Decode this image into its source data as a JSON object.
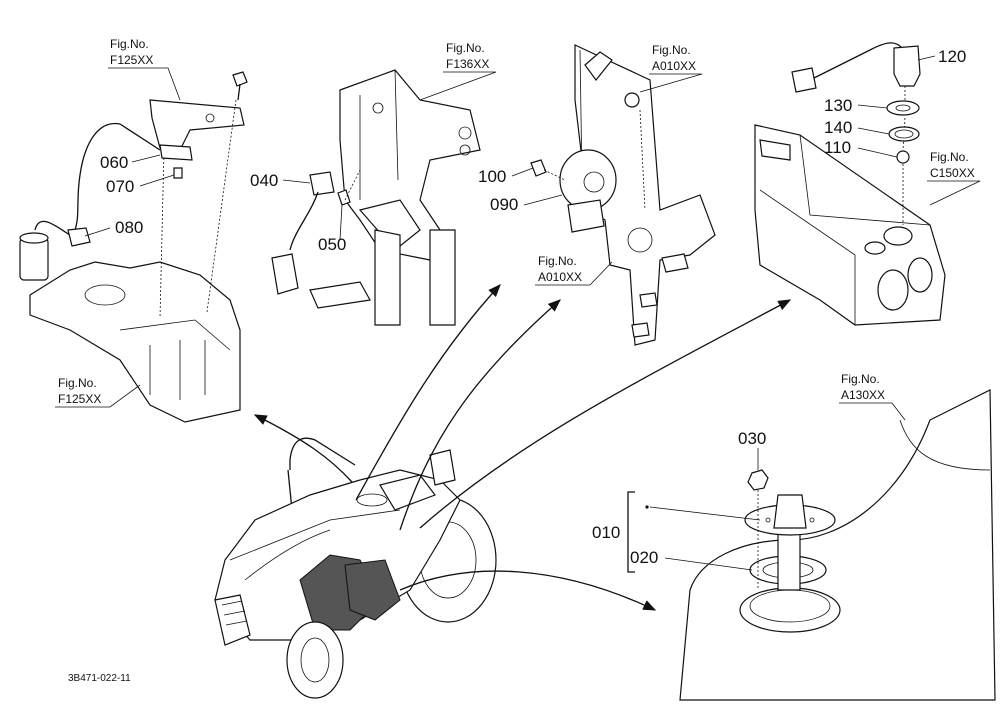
{
  "diagram": {
    "fig_refs": {
      "f125_top": {
        "prefix": "Fig.No.",
        "code": "F125XX"
      },
      "f136": {
        "prefix": "Fig.No.",
        "code": "F136XX"
      },
      "a010_top": {
        "prefix": "Fig.No.",
        "code": "A010XX"
      },
      "a010_bottom": {
        "prefix": "Fig.No.",
        "code": "A010XX"
      },
      "c150": {
        "prefix": "Fig.No.",
        "code": "C150XX"
      },
      "f125_bottom": {
        "prefix": "Fig.No.",
        "code": "F125XX"
      },
      "a130": {
        "prefix": "Fig.No.",
        "code": "A130XX"
      }
    },
    "parts": {
      "p010": "010",
      "p020": "020",
      "p030": "030",
      "p040": "040",
      "p050": "050",
      "p060": "060",
      "p070": "070",
      "p080": "080",
      "p090": "090",
      "p100": "100",
      "p110": "110",
      "p120": "120",
      "p130": "130",
      "p140": "140"
    },
    "drawing_code": "3B471-022-11"
  }
}
